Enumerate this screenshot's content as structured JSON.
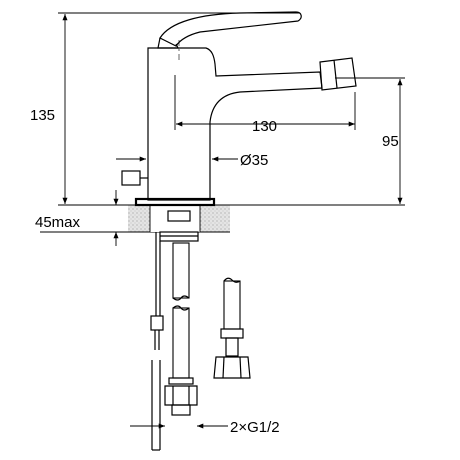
{
  "dimensions": {
    "height": "135",
    "spout_reach": "130",
    "outlet_height": "95",
    "body_diameter": "Ø35",
    "max_deck_thickness": "45max",
    "connections": "2×G1/2"
  }
}
